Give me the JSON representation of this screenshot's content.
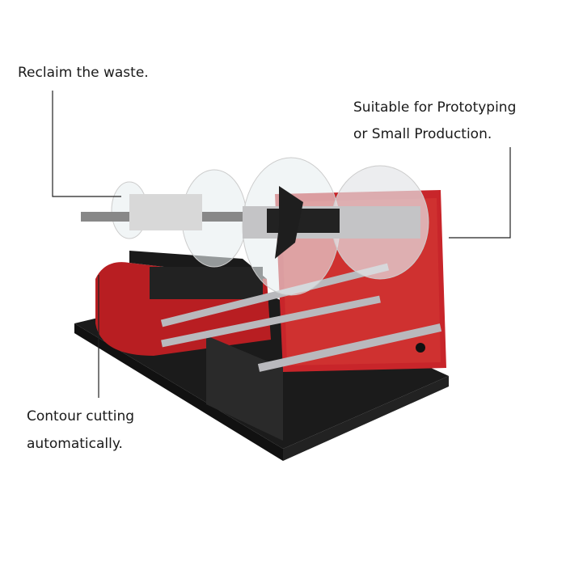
{
  "callouts": {
    "reclaim": "Reclaim the waste.",
    "suitable_line1": "Suitable for Prototyping",
    "suitable_line2": "or  Small Production.",
    "contour_line1": "Contour cutting",
    "contour_line2": "automatically."
  },
  "colors": {
    "machine_red": "#c8252a",
    "base_black": "#1b1b1b",
    "roller": "#b9b9bd"
  }
}
